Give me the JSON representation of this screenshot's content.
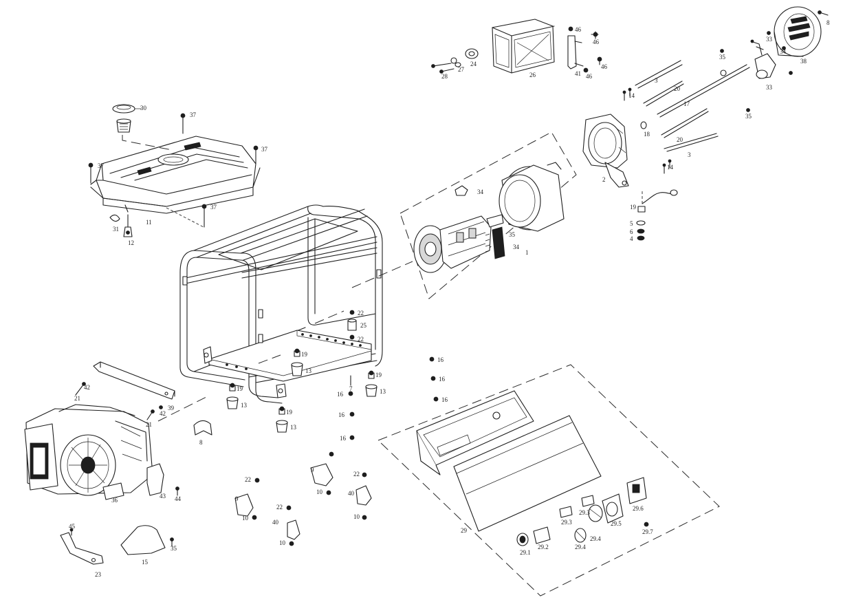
{
  "labels": {
    "l30": "30",
    "l37a": "37",
    "l37b": "37",
    "l37c": "37",
    "l37d": "37",
    "l11": "11",
    "l31": "31",
    "l12": "12",
    "l28": "28",
    "l27": "27",
    "l24": "24",
    "l26": "26",
    "l41": "41",
    "l46a": "46",
    "l46b": "46",
    "l46c": "46",
    "l46d": "46",
    "l14a": "14",
    "l14b": "14",
    "l18": "18",
    "l20a": "20",
    "l20b": "20",
    "l17": "17",
    "l3a": "3",
    "l3b": "3",
    "l35a": "35",
    "l35b": "35",
    "l33a": "33",
    "l33b": "33",
    "l34": "34",
    "l38": "38",
    "l8": "8",
    "l2": "2",
    "l1": "1",
    "l34b": "34",
    "l35c": "35",
    "l34c": "34",
    "l19": "19",
    "l5": "5",
    "l6": "6",
    "l4": "4",
    "l22a": "22",
    "l25": "25",
    "l22b": "22",
    "l19a": "19",
    "l13a": "13",
    "l7": "7",
    "l19b": "19",
    "l13b": "13",
    "l19c": "19",
    "l13c": "13",
    "l19d": "19",
    "l13d": "13",
    "l16a": "16",
    "l16b": "16",
    "l16c": "16",
    "l16d": "16",
    "l16e": "16",
    "l16f": "16",
    "l21a": "21",
    "l42a": "42",
    "l39": "39",
    "l42b": "42",
    "l21b": "21",
    "l8b": "8",
    "l36": "36",
    "l43": "43",
    "l44": "44",
    "l22c": "22",
    "l9": "9",
    "l10a": "10",
    "l40a": "40",
    "l22d": "22",
    "l9b": "9",
    "l10b": "10",
    "l22e": "22",
    "l40b": "40",
    "l10c": "10",
    "l10d": "10",
    "l45": "45",
    "l23": "23",
    "l15": "15",
    "l35d": "35",
    "l29": "29",
    "l29_1": "29.1",
    "l29_2": "29.2",
    "l29_3": "29.3",
    "l29_3b": "29.3",
    "l29_4": "29.4",
    "l29_4b": "29.4",
    "l29_5": "29.5",
    "l29_6": "29.6",
    "l29_7": "29.7"
  }
}
